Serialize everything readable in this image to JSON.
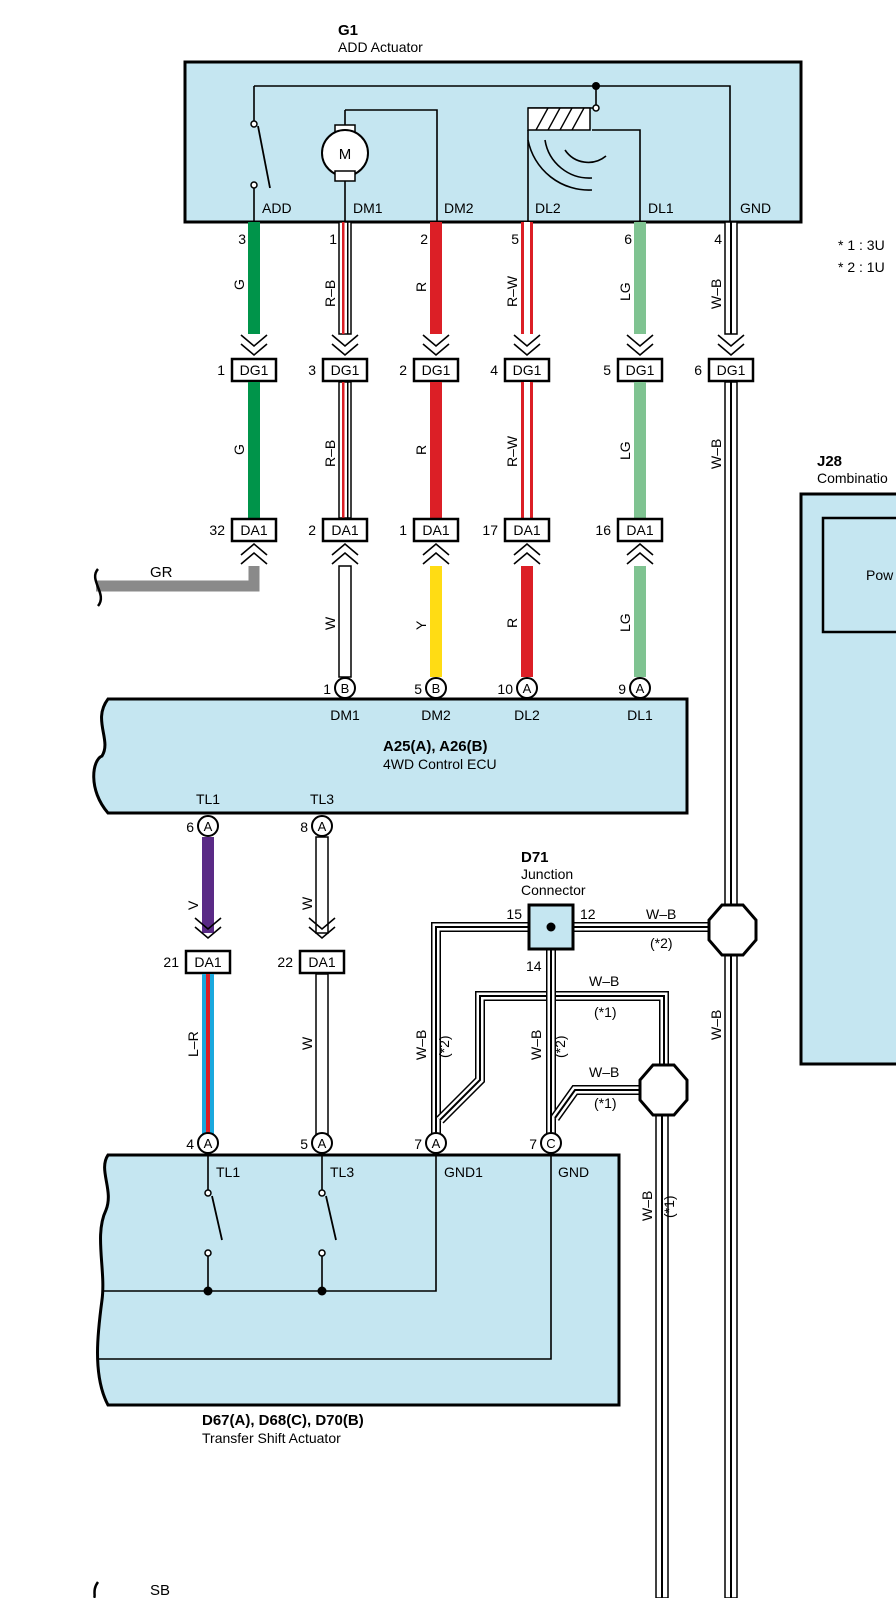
{
  "g1": {
    "ref": "G1",
    "name": "ADD Actuator",
    "motor": "M",
    "terminals": [
      "ADD",
      "DM1",
      "DM2",
      "DL2",
      "DL1",
      "GND"
    ],
    "pins": [
      "3",
      "1",
      "2",
      "5",
      "6",
      "4"
    ]
  },
  "notes": [
    "* 1 : 3U",
    "* 2 : 1U"
  ],
  "wires_top": [
    "G",
    "R–B",
    "R",
    "R–W",
    "LG",
    "W–B"
  ],
  "dg1": {
    "label": "DG1",
    "pins": [
      "1",
      "3",
      "2",
      "4",
      "5",
      "6"
    ]
  },
  "wires_mid": [
    "G",
    "R–B",
    "R",
    "R–W",
    "LG",
    "W–B"
  ],
  "da1_top": {
    "label": "DA1",
    "pins": [
      "32",
      "2",
      "1",
      "17",
      "16"
    ]
  },
  "gr_wire": "GR",
  "wires_ecu": [
    "W",
    "Y",
    "R",
    "LG"
  ],
  "ecu_pins": [
    {
      "num": "1",
      "conn": "B",
      "term": "DM1"
    },
    {
      "num": "5",
      "conn": "B",
      "term": "DM2"
    },
    {
      "num": "10",
      "conn": "A",
      "term": "DL2"
    },
    {
      "num": "9",
      "conn": "A",
      "term": "DL1"
    }
  ],
  "ecu": {
    "ref": "A25(A), A26(B)",
    "name": "4WD Control ECU"
  },
  "ecu_bottom": [
    {
      "term": "TL1",
      "num": "6",
      "conn": "A"
    },
    {
      "term": "TL3",
      "num": "8",
      "conn": "A"
    }
  ],
  "wires_tl": [
    "V",
    "W"
  ],
  "da1_low": {
    "label": "DA1",
    "pins": [
      "21",
      "22"
    ]
  },
  "wires_low": [
    "L–R",
    "W"
  ],
  "d71": {
    "ref": "D71",
    "name1": "Junction",
    "name2": "Connector",
    "pins": [
      "15",
      "12",
      "14"
    ]
  },
  "wb": {
    "label": "W–B",
    "n1": "(*1)",
    "n2": "(*2)"
  },
  "j28": {
    "ref": "J28",
    "name": "Combinatio",
    "inner": "Pow"
  },
  "tsa_pins": [
    {
      "num": "4",
      "conn": "A",
      "term": "TL1"
    },
    {
      "num": "5",
      "conn": "A",
      "term": "TL3"
    },
    {
      "num": "7",
      "conn": "A",
      "term": "GND1"
    },
    {
      "num": "7",
      "conn": "C",
      "term": "GND"
    }
  ],
  "tsa": {
    "ref": "D67(A), D68(C), D70(B)",
    "name": "Transfer Shift Actuator"
  },
  "sb": "SB",
  "colors": {
    "box": "#c5e6f1",
    "G": "#00944a",
    "R": "#dc1f26",
    "LG": "#7fc391",
    "Y": "#ffdc14",
    "V": "#5a2a86",
    "GR": "#8a8a8a",
    "L": "#1aa8dd"
  }
}
